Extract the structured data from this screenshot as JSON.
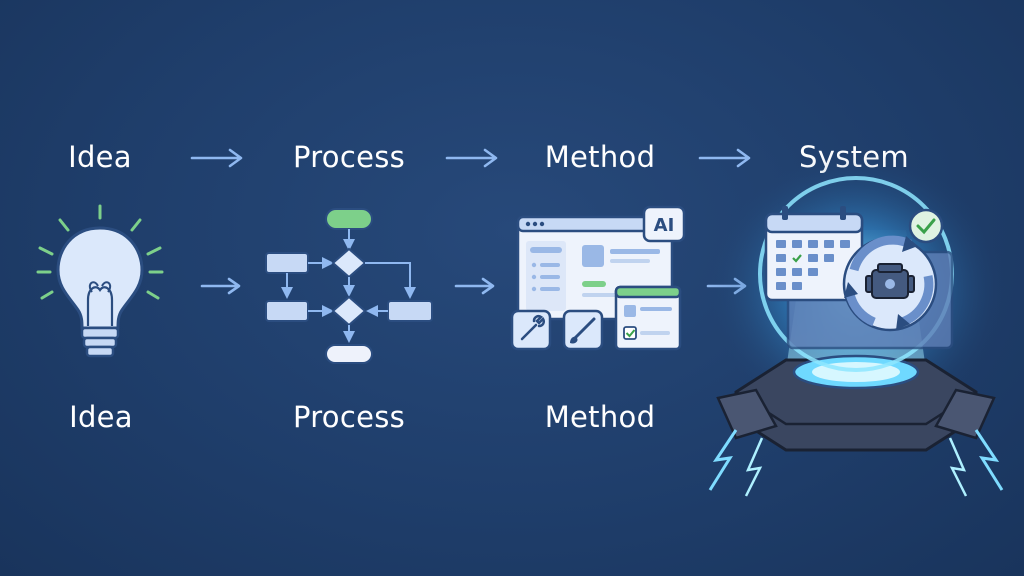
{
  "steps": [
    {
      "top_label": "Idea",
      "bottom_label": "Idea",
      "icon": "lightbulb-icon"
    },
    {
      "top_label": "Process",
      "bottom_label": "Process",
      "icon": "flowchart-icon"
    },
    {
      "top_label": "Method",
      "bottom_label": "Method",
      "icon": "app-window-icon"
    },
    {
      "top_label": "System",
      "icon": "system-engine-icon"
    }
  ],
  "method_badge": "AI",
  "colors": {
    "background": "#1f3e6b",
    "accent_blue": "#8fb8f0",
    "accent_green": "#7dd08a",
    "glow": "#5ec8ff"
  }
}
